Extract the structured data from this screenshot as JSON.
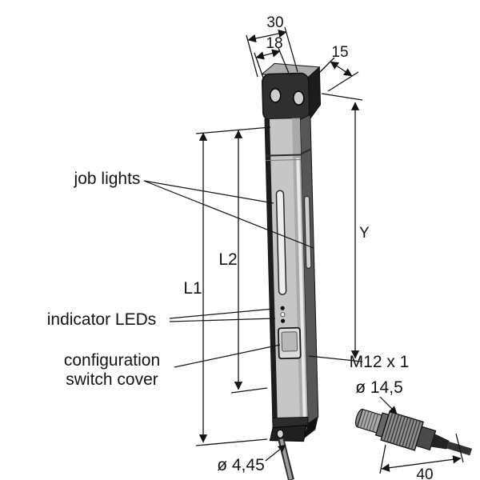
{
  "drawing": {
    "labels": {
      "job_lights": "job lights",
      "indicator_leds": "indicator LEDs",
      "config_line1": "configuration",
      "config_line2": "switch cover",
      "m12": "M12 x 1"
    },
    "dimensions": {
      "d30": "30",
      "d18": "18",
      "d15": "15",
      "y": "Y",
      "l1": "L1",
      "l2": "L2",
      "dia_connector": "ø 14,5",
      "dia_cable": "ø 4,45",
      "d40": "40"
    },
    "colors": {
      "line": "#141414",
      "body_gray": "#c6c6c6",
      "edge_dark": "#1d1d1d",
      "background": "#ffffff"
    }
  }
}
